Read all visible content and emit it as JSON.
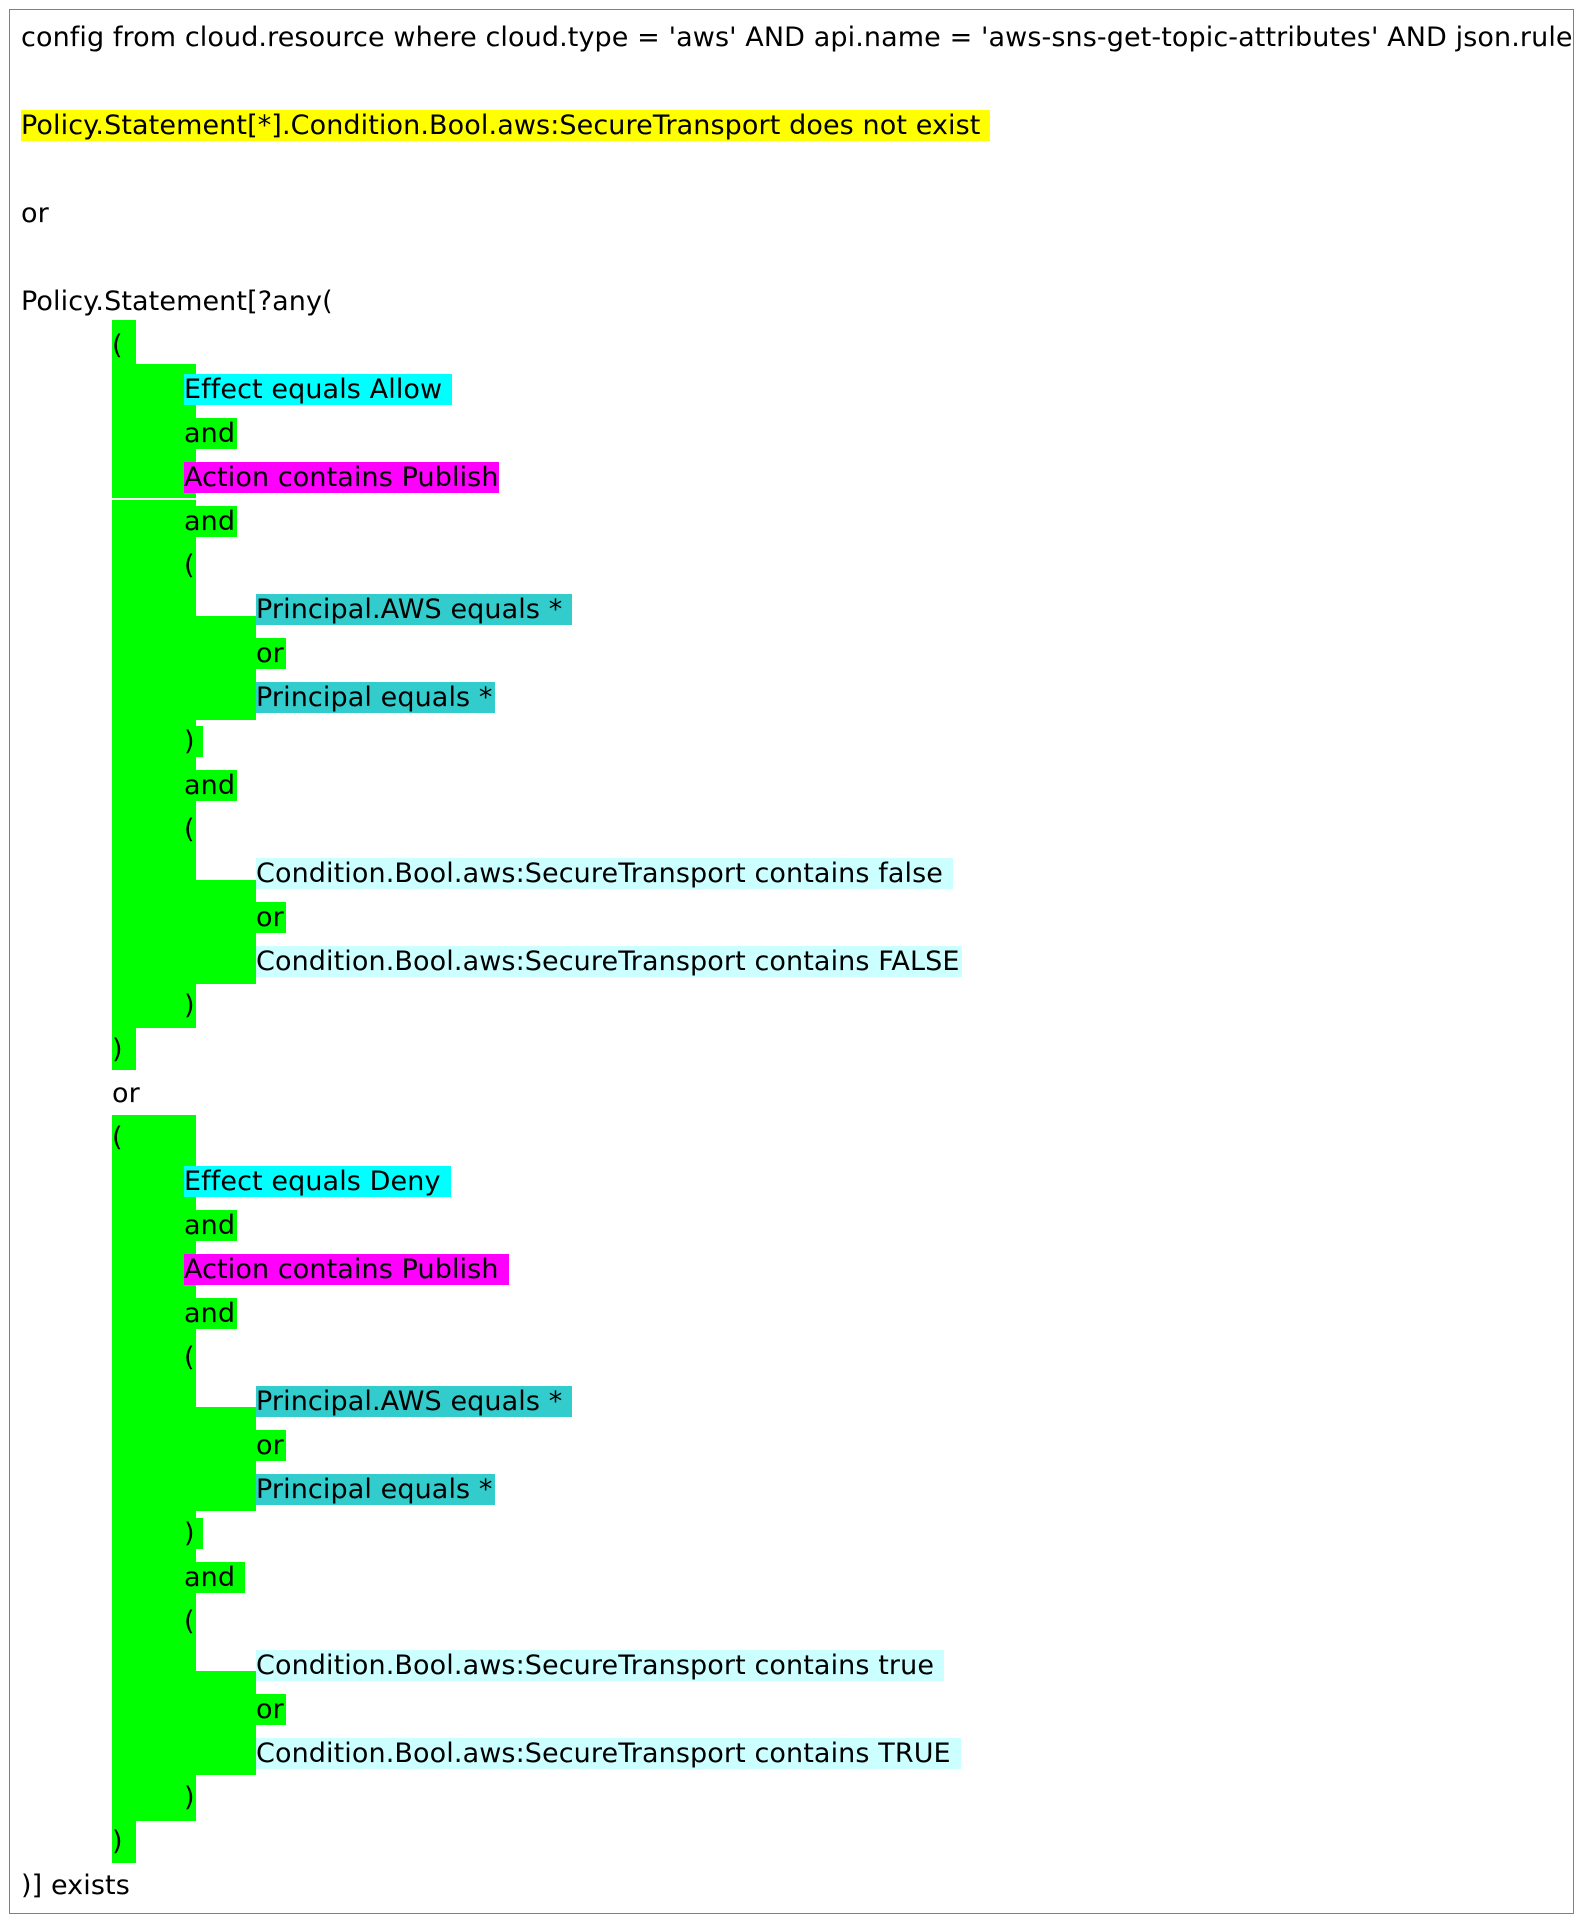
{
  "header": {
    "query": "config from cloud.resource where cloud.type = 'aws' AND api.name = 'aws-sns-get-topic-attributes' AND json.rule =",
    "condition_no_transport": "Policy.Statement[*].Condition.Bool.aws:SecureTransport does not exist",
    "or_top": "or",
    "statement_open": "Policy.Statement[?any("
  },
  "block_allow": {
    "open": "(",
    "effect": "Effect equals Allow",
    "and1": "and",
    "action": "Action contains Publish",
    "and2": "and",
    "principal_open": "(",
    "principal_aws": "Principal.AWS equals *",
    "principal_or": "or",
    "principal_any": "Principal equals *",
    "principal_close": ")",
    "and3": "and",
    "cond_open": "(",
    "cond_lower": "Condition.Bool.aws:SecureTransport contains false",
    "cond_or": "or",
    "cond_upper": "Condition.Bool.aws:SecureTransport contains FALSE",
    "cond_close": ")",
    "close": ")"
  },
  "block_or": "or",
  "block_deny": {
    "open": "(",
    "effect": "Effect equals Deny",
    "and1": "and",
    "action": "Action contains Publish",
    "and2": "and",
    "principal_open": "(",
    "principal_aws": "Principal.AWS equals *",
    "principal_or": "or",
    "principal_any": "Principal equals *",
    "principal_close": ")",
    "and3": "and",
    "cond_open": "(",
    "cond_lower": "Condition.Bool.aws:SecureTransport contains true",
    "cond_or": "or",
    "cond_upper": "Condition.Bool.aws:SecureTransport contains TRUE",
    "cond_close": ")",
    "close": ")"
  },
  "footer": {
    "statement_close": ")] exists"
  },
  "colors": {
    "yellow": "#ffff00",
    "green": "#00ff00",
    "cyan": "#00ffff",
    "magenta": "#ff00ff",
    "teal": "#33cccc",
    "light_cyan": "#ccffff",
    "border": "#808080"
  }
}
